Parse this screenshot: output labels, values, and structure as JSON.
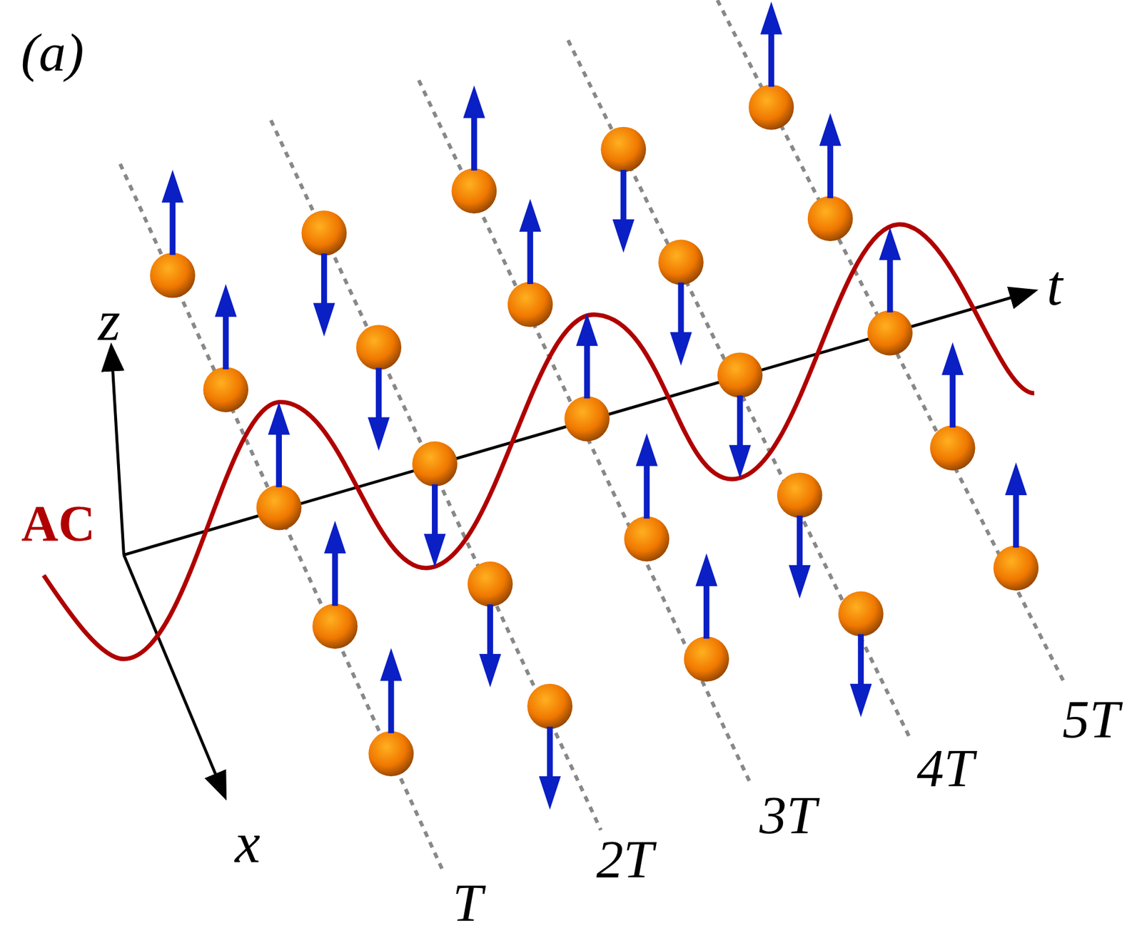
{
  "diagram": {
    "labels": [
      "(a)",
      "z",
      "AC",
      "x",
      "t",
      "T",
      "2T",
      "3T",
      "4T",
      "5T"
    ]
  }
}
